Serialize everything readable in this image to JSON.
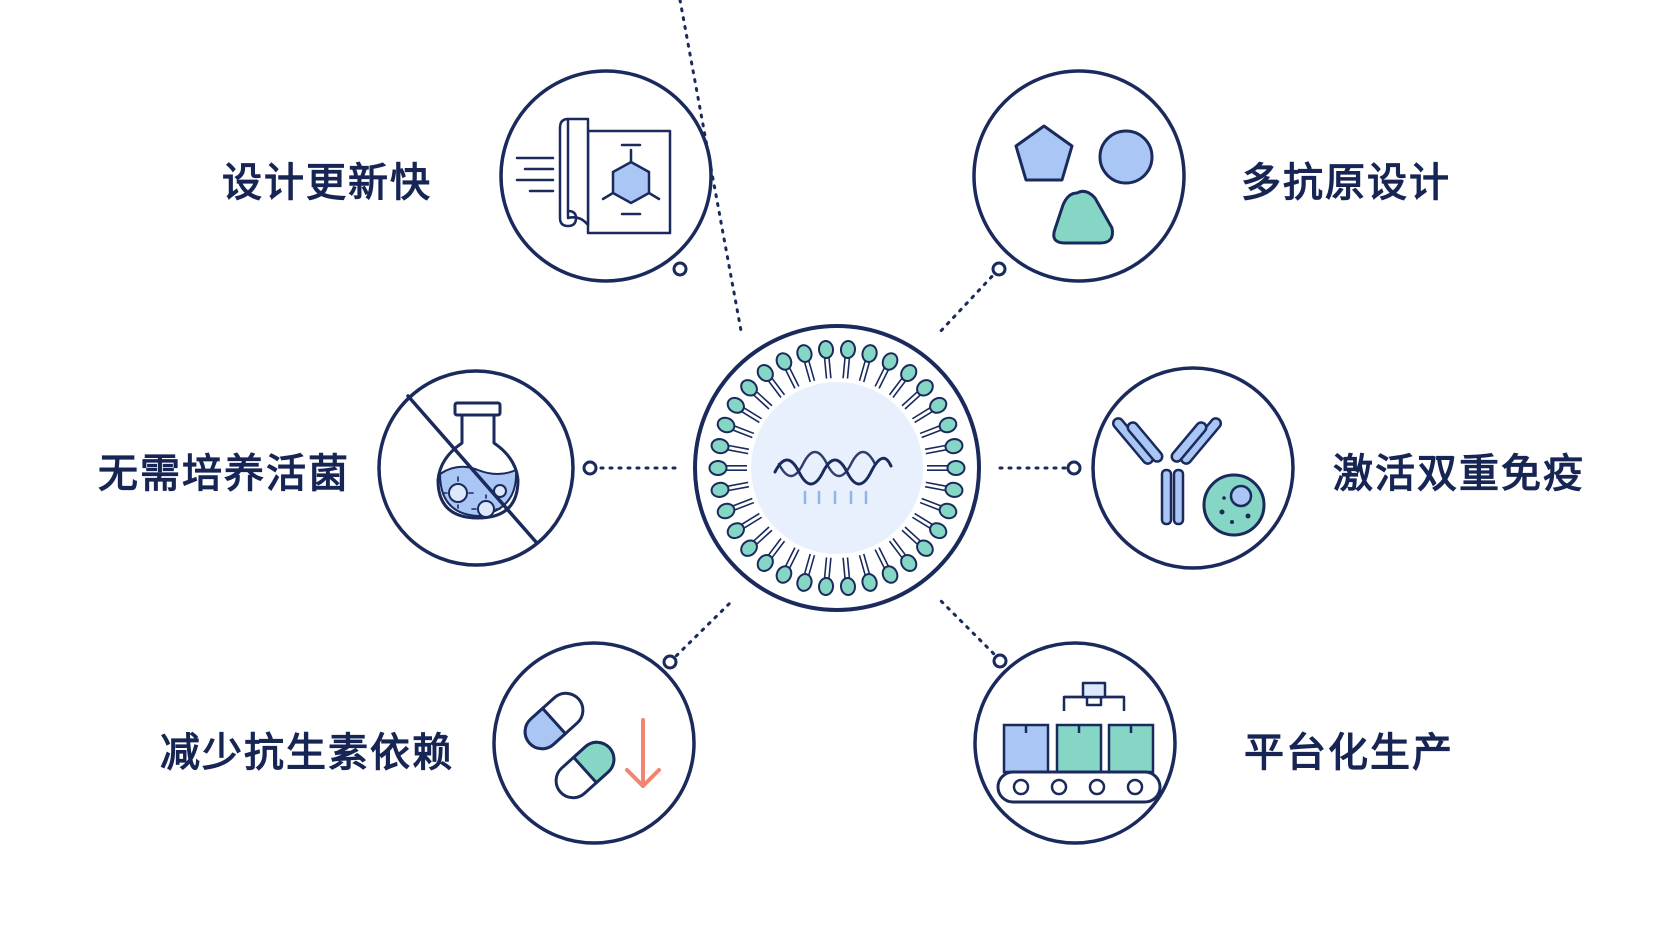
{
  "colors": {
    "navy": "#1b2a5c",
    "blue_fill": "#a9c6f5",
    "blue_light": "#dce9fb",
    "teal_fill": "#86d6c6",
    "teal_stroke": "#2f8f86",
    "red_arrow": "#f28470"
  },
  "center": {
    "icon": "lipid-nanoparticle-mrna-icon"
  },
  "features": [
    {
      "id": "fast-design-update",
      "label": "设计更新快",
      "icon": "blueprint-molecule-icon"
    },
    {
      "id": "no-live-bacteria",
      "label": "无需培养活菌",
      "icon": "crossed-flask-bacteria-icon"
    },
    {
      "id": "less-antibiotics",
      "label": "减少抗生素依赖",
      "icon": "capsules-down-arrow-icon"
    },
    {
      "id": "multi-antigen",
      "label": "多抗原设计",
      "icon": "antigen-shapes-icon"
    },
    {
      "id": "dual-immunity",
      "label": "激活双重免疫",
      "icon": "antibody-cell-icon"
    },
    {
      "id": "platform-production",
      "label": "平台化生产",
      "icon": "conveyor-production-icon"
    }
  ]
}
